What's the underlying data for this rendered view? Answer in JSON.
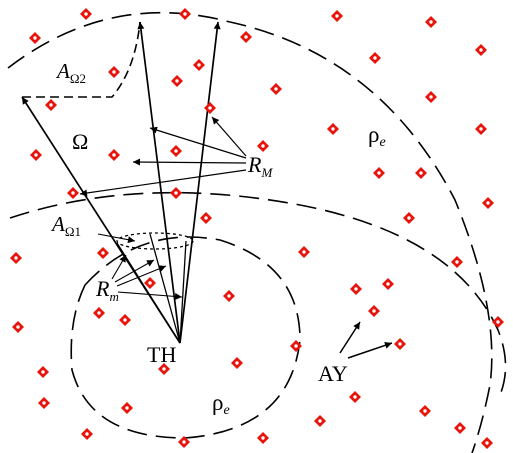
{
  "labels": {
    "source": "TH",
    "receivers": "AY",
    "region": "Ω",
    "rho_outer": "ρe",
    "rho_inner": "ρe",
    "area_outer": "AΩ2",
    "area_inner": "AΩ1",
    "r_max": "RM",
    "r_min": "Rm"
  },
  "colors": {
    "marker": "#e8140c",
    "stroke": "#000000"
  }
}
